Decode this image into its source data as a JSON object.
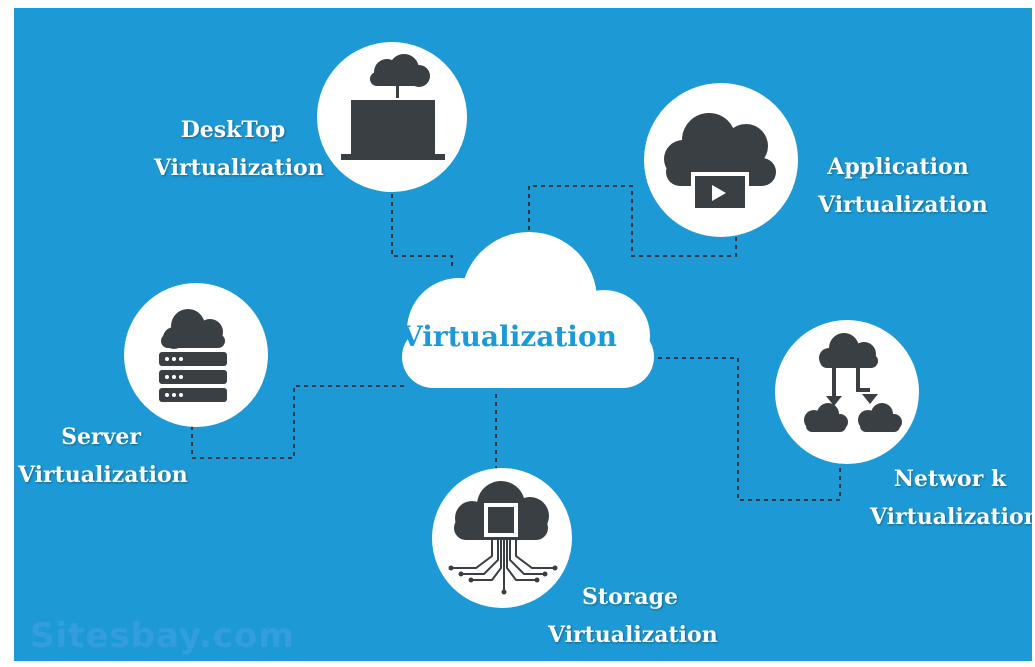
{
  "center": {
    "label": "Virtualization"
  },
  "nodes": {
    "desktop": {
      "line1": "DeskTop",
      "line2": "Virtualization",
      "icon": "laptop-cloud-icon"
    },
    "application": {
      "line1": "Application",
      "line2": "Virtualization",
      "icon": "cloud-play-icon"
    },
    "server": {
      "line1": "Server",
      "line2": "Virtualization",
      "icon": "server-cloud-icon"
    },
    "storage": {
      "line1": "Storage",
      "line2": "Virtualization",
      "icon": "chip-cloud-icon"
    },
    "network": {
      "line1": "Networ k",
      "line2": "Virtualization",
      "icon": "network-clouds-icon"
    }
  },
  "watermark": "Sitesbay.com",
  "colors": {
    "background": "#1d9ad6",
    "icon": "#3a3f44",
    "circle": "#ffffff",
    "connector": "#2b3a44"
  }
}
